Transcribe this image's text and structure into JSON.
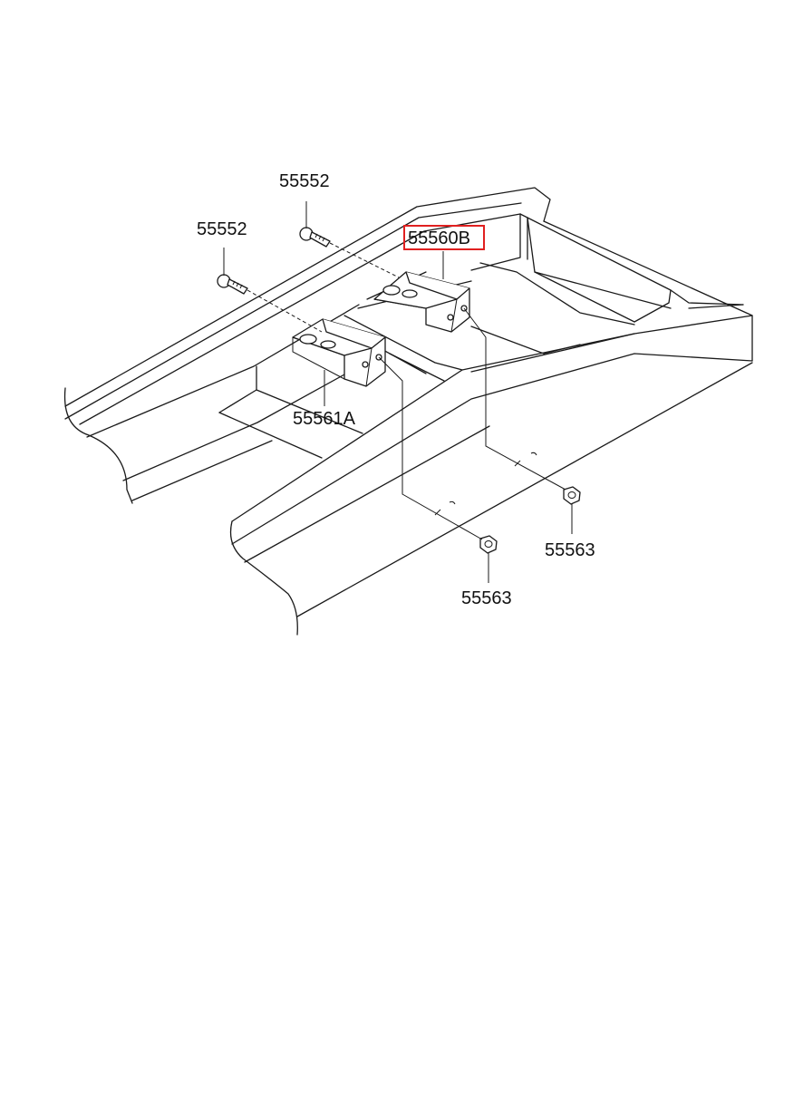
{
  "diagram": {
    "callouts": [
      {
        "id": "bolt-upper",
        "text": "55552",
        "highlighted": false
      },
      {
        "id": "bolt-lower",
        "text": "55552",
        "highlighted": false
      },
      {
        "id": "bracket-b",
        "text": "55560B",
        "highlighted": true
      },
      {
        "id": "bracket-a",
        "text": "55561A",
        "highlighted": false
      },
      {
        "id": "nut-right",
        "text": "55563",
        "highlighted": false
      },
      {
        "id": "nut-lower",
        "text": "55563",
        "highlighted": false
      }
    ],
    "highlight_color": "#e02020"
  }
}
